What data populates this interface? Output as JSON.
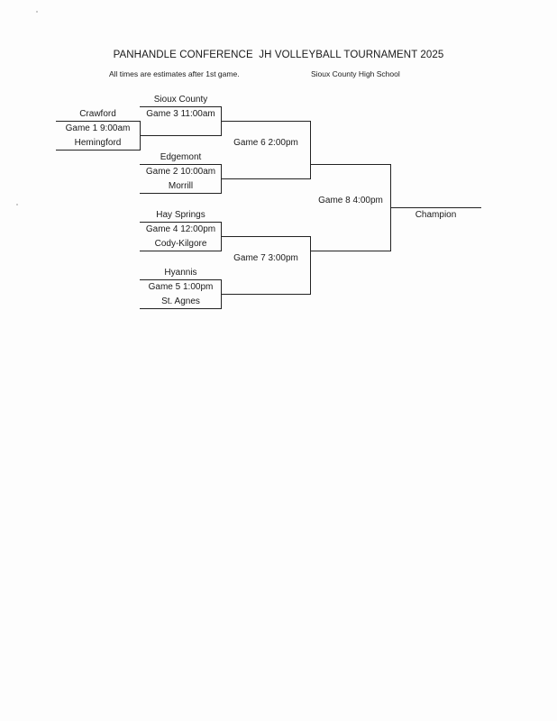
{
  "document": {
    "title": "PANHANDLE CONFERENCE  JH VOLLEYBALL TOURNAMENT 2025",
    "note": "All times are estimates after 1st game.",
    "venue": "Sioux County High School"
  },
  "bracket": {
    "round1": {
      "game1": {
        "top_team": "Crawford",
        "label": "Game 1 9:00am",
        "bottom_team": "Hemingford"
      }
    },
    "round2": {
      "game3": {
        "top_team": "Sioux County",
        "label": "Game 3 11:00am"
      },
      "game2": {
        "top_team": "Edgemont",
        "label": "Game 2 10:00am",
        "bottom_team": "Morrill"
      },
      "game4": {
        "top_team": "Hay Springs",
        "label": "Game 4 12:00pm",
        "bottom_team": "Cody-Kilgore"
      },
      "game5": {
        "top_team": "Hyannis",
        "label": "Game 5 1:00pm",
        "bottom_team": "St. Agnes"
      }
    },
    "semifinals": {
      "game6": {
        "label": "Game 6 2:00pm"
      },
      "game7": {
        "label": "Game 7 3:00pm"
      }
    },
    "final": {
      "game8": {
        "label": "Game 8 4:00pm"
      },
      "champion_label": "Champion"
    }
  }
}
